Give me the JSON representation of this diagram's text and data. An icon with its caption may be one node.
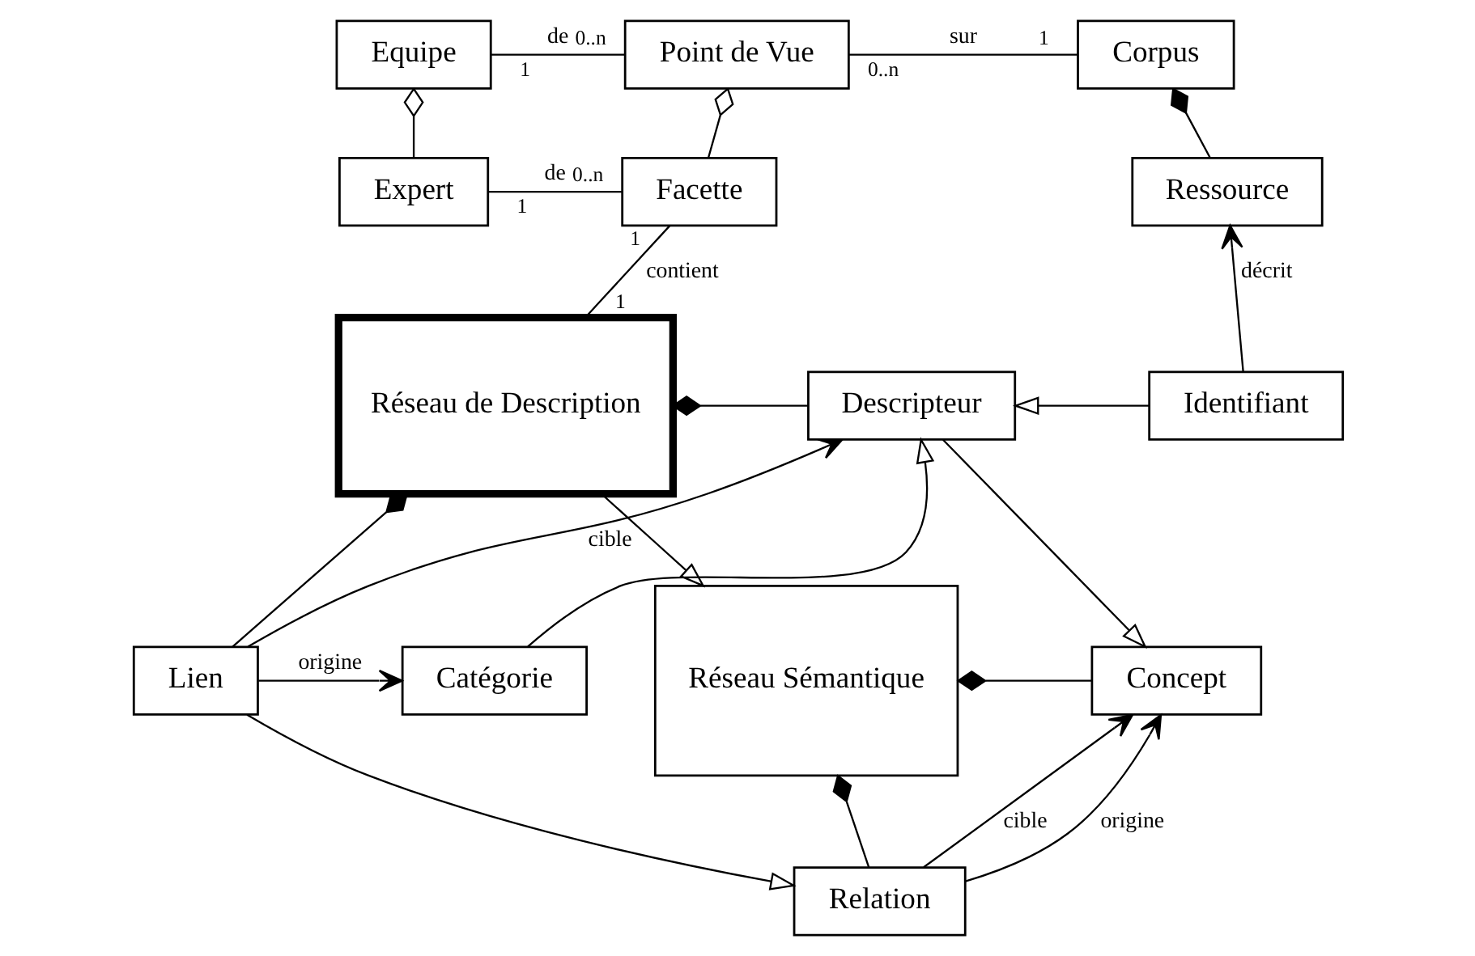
{
  "diagram": {
    "nodes": [
      {
        "text": [
          "Equipe"
        ]
      },
      {
        "text": [
          "Point de Vue"
        ]
      },
      {
        "text": [
          "Corpus"
        ]
      },
      {
        "text": [
          "Expert"
        ]
      },
      {
        "text": [
          "Facette"
        ]
      },
      {
        "text": [
          "Ressource"
        ]
      },
      {
        "text": [
          "Identifiant"
        ]
      },
      {
        "text": [
          "Réseau de Description"
        ]
      },
      {
        "text": [
          "Descripteur"
        ]
      },
      {
        "text": [
          "Catégorie"
        ]
      },
      {
        "text": [
          "Lien"
        ]
      },
      {
        "text": [
          "Réseau Sémantique"
        ]
      },
      {
        "text": [
          "Concept"
        ]
      },
      {
        "text": [
          "Relation"
        ]
      }
    ],
    "edges": [
      {
        "from": 0,
        "to": 1,
        "arrow": "none",
        "label": "de"
      },
      {
        "from": 1,
        "to": 2,
        "arrow": "none",
        "label": "sur"
      },
      {
        "from": 0,
        "to": 3,
        "arrow": "other"
      },
      {
        "from": 1,
        "to": 4,
        "arrow": "other"
      },
      {
        "from": 2,
        "to": 5,
        "arrow": "other"
      },
      {
        "from": 3,
        "to": 4,
        "arrow": "none",
        "label": "de"
      },
      {
        "from": 4,
        "to": 7,
        "arrow": "none",
        "label": "contient"
      },
      {
        "from": 6,
        "to": 5,
        "arrow": "to",
        "label": "décrit"
      },
      {
        "from": 6,
        "to": 8,
        "arrow": "to"
      },
      {
        "from": 9,
        "to": 8,
        "arrow": "to"
      },
      {
        "from": 7,
        "to": 8,
        "arrow": "other"
      },
      {
        "from": 7,
        "to": 10,
        "arrow": "other"
      },
      {
        "from": 10,
        "to": 8,
        "arrow": "to",
        "label": "cible"
      },
      {
        "from": 10,
        "to": 9,
        "arrow": "to",
        "label": "origine"
      },
      {
        "from": 8,
        "to": 12,
        "arrow": "to"
      },
      {
        "from": 10,
        "to": 13,
        "arrow": "to"
      },
      {
        "from": 7,
        "to": 11,
        "arrow": "to"
      },
      {
        "from": 11,
        "to": 12,
        "arrow": "other"
      },
      {
        "from": 11,
        "to": 13,
        "arrow": "other"
      },
      {
        "from": 13,
        "to": 12,
        "arrow": "to",
        "label": "cible"
      },
      {
        "from": 13,
        "to": 12,
        "arrow": "to",
        "label": "origine"
      }
    ],
    "labels": [
      "1",
      "0..n",
      "0..n",
      "1",
      "1",
      "0..n",
      "1",
      "1"
    ]
  }
}
